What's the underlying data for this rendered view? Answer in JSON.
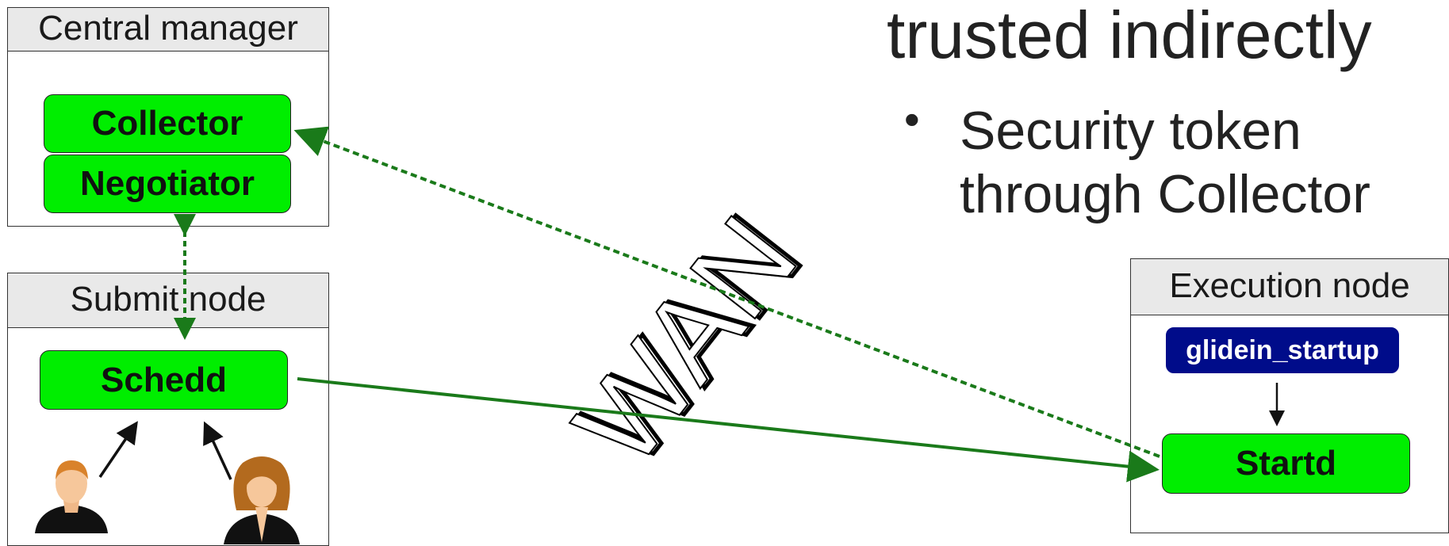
{
  "central_manager": {
    "title": "Central manager",
    "collector_label": "Collector",
    "negotiator_label": "Negotiator"
  },
  "submit_node": {
    "title": "Submit node",
    "schedd_label": "Schedd"
  },
  "execution_node": {
    "title": "Execution node",
    "glidein_label": "glidein_startup",
    "startd_label": "Startd"
  },
  "wan_label": "WAN",
  "slide": {
    "heading": "trusted indirectly",
    "bullet": "Security token\nthrough Collector"
  },
  "colors": {
    "component_green": "#00ee00",
    "link_green": "#1a7a1a",
    "glidein_blue": "#000c8a"
  },
  "icons": [
    "male-user-icon",
    "female-user-icon"
  ]
}
